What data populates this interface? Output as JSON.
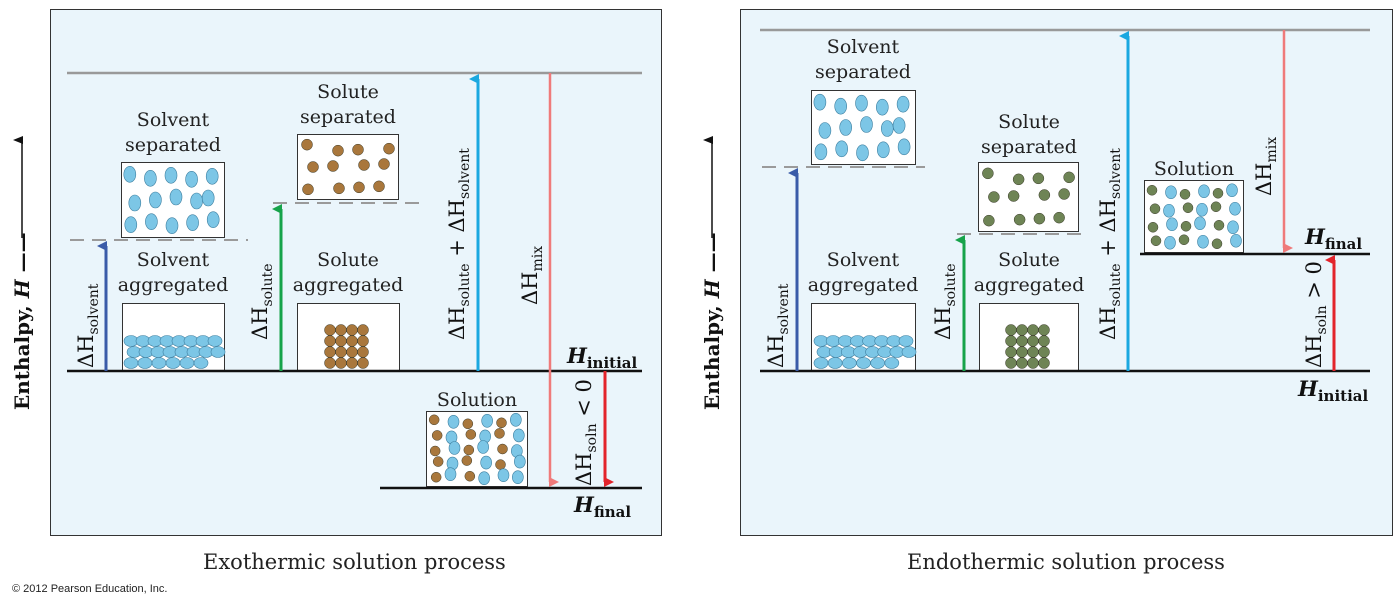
{
  "y_axis_label": {
    "text": "Enthalpy, ",
    "symbol": "H"
  },
  "left": {
    "caption": "Exothermic solution process",
    "solvent_separated": [
      "Solvent",
      "separated"
    ],
    "solute_separated": [
      "Solute",
      "separated"
    ],
    "solvent_aggregated": [
      "Solvent",
      "aggregated"
    ],
    "solute_aggregated": [
      "Solute",
      "aggregated"
    ],
    "solution": "Solution",
    "dh_solvent": {
      "delta": "ΔH",
      "sub": "solvent"
    },
    "dh_solute": {
      "delta": "ΔH",
      "sub": "solute"
    },
    "dh_sum": {
      "a": "ΔH",
      "a_sub": "solute",
      "plus": " + ",
      "b": "ΔH",
      "b_sub": "solvent"
    },
    "dh_mix": {
      "delta": "ΔH",
      "sub": "mix"
    },
    "dh_soln": {
      "delta": "ΔH",
      "sub": "soln",
      "rel": " < 0"
    },
    "h_initial": {
      "h": "H",
      "sub": "initial"
    },
    "h_final": {
      "h": "H",
      "sub": "final"
    }
  },
  "right": {
    "caption": "Endothermic solution process",
    "solvent_separated": [
      "Solvent",
      "separated"
    ],
    "solute_separated": [
      "Solute",
      "separated"
    ],
    "solvent_aggregated": [
      "Solvent",
      "aggregated"
    ],
    "solute_aggregated": [
      "Solute",
      "aggregated"
    ],
    "solution": "Solution",
    "dh_solvent": {
      "delta": "ΔH",
      "sub": "solvent"
    },
    "dh_solute": {
      "delta": "ΔH",
      "sub": "solute"
    },
    "dh_sum": {
      "a": "ΔH",
      "a_sub": "solute",
      "plus": " + ",
      "b": "ΔH",
      "b_sub": "solvent"
    },
    "dh_mix": {
      "delta": "ΔH",
      "sub": "mix"
    },
    "dh_soln": {
      "delta": "ΔH",
      "sub": "soln",
      "rel": " > 0"
    },
    "h_initial": {
      "h": "H",
      "sub": "initial"
    },
    "h_final": {
      "h": "H",
      "sub": "final"
    }
  },
  "copyright": "© 2012 Pearson Education, Inc.",
  "colors": {
    "panel_bg": "#eaf5fb",
    "solvent_particle": "#7cc6e6",
    "solute_brown": "#a9773c",
    "solute_green": "#6e8455",
    "arrow_blue": "#3a5ba8",
    "arrow_green": "#16a34a",
    "arrow_cyan": "#1aa8e0",
    "arrow_pink": "#ef7a7a",
    "arrow_red": "#e3242b"
  }
}
